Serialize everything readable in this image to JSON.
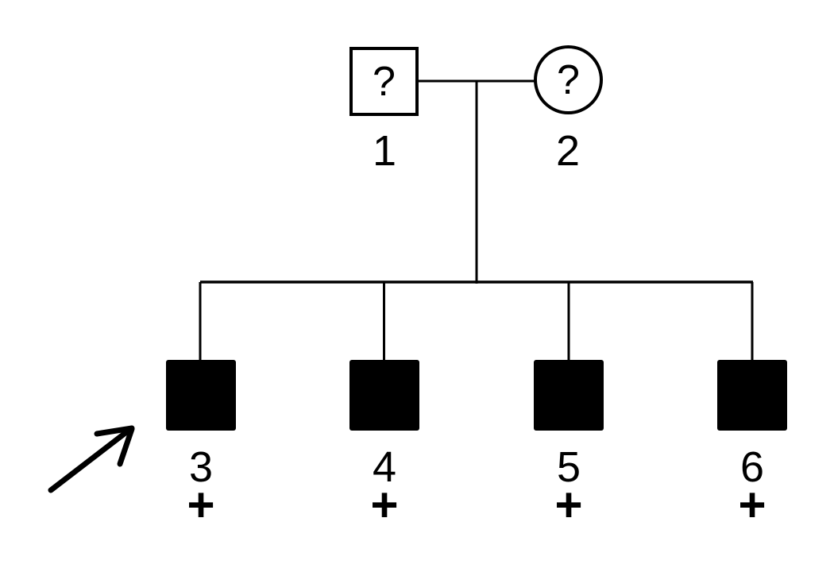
{
  "diagram": {
    "type": "pedigree-chart",
    "background_color": "#ffffff",
    "ink_color": "#000000",
    "generation1": {
      "father": {
        "label": "1",
        "sex": "male",
        "shape": "square-outline",
        "status_text": "?",
        "affected": "unknown"
      },
      "mother": {
        "label": "2",
        "sex": "female",
        "shape": "circle-outline",
        "status_text": "?",
        "affected": "unknown"
      }
    },
    "generation2": {
      "children": [
        {
          "label": "3",
          "sex": "male",
          "shape": "square-filled",
          "affected": "yes",
          "marker": "+",
          "proband": true
        },
        {
          "label": "4",
          "sex": "male",
          "shape": "square-filled",
          "affected": "yes",
          "marker": "+",
          "proband": false
        },
        {
          "label": "5",
          "sex": "male",
          "shape": "square-filled",
          "affected": "yes",
          "marker": "+",
          "proband": false
        },
        {
          "label": "6",
          "sex": "male",
          "shape": "square-filled",
          "affected": "yes",
          "marker": "+",
          "proband": false
        }
      ]
    },
    "annotations": {
      "proband_arrow_target": "3"
    }
  }
}
